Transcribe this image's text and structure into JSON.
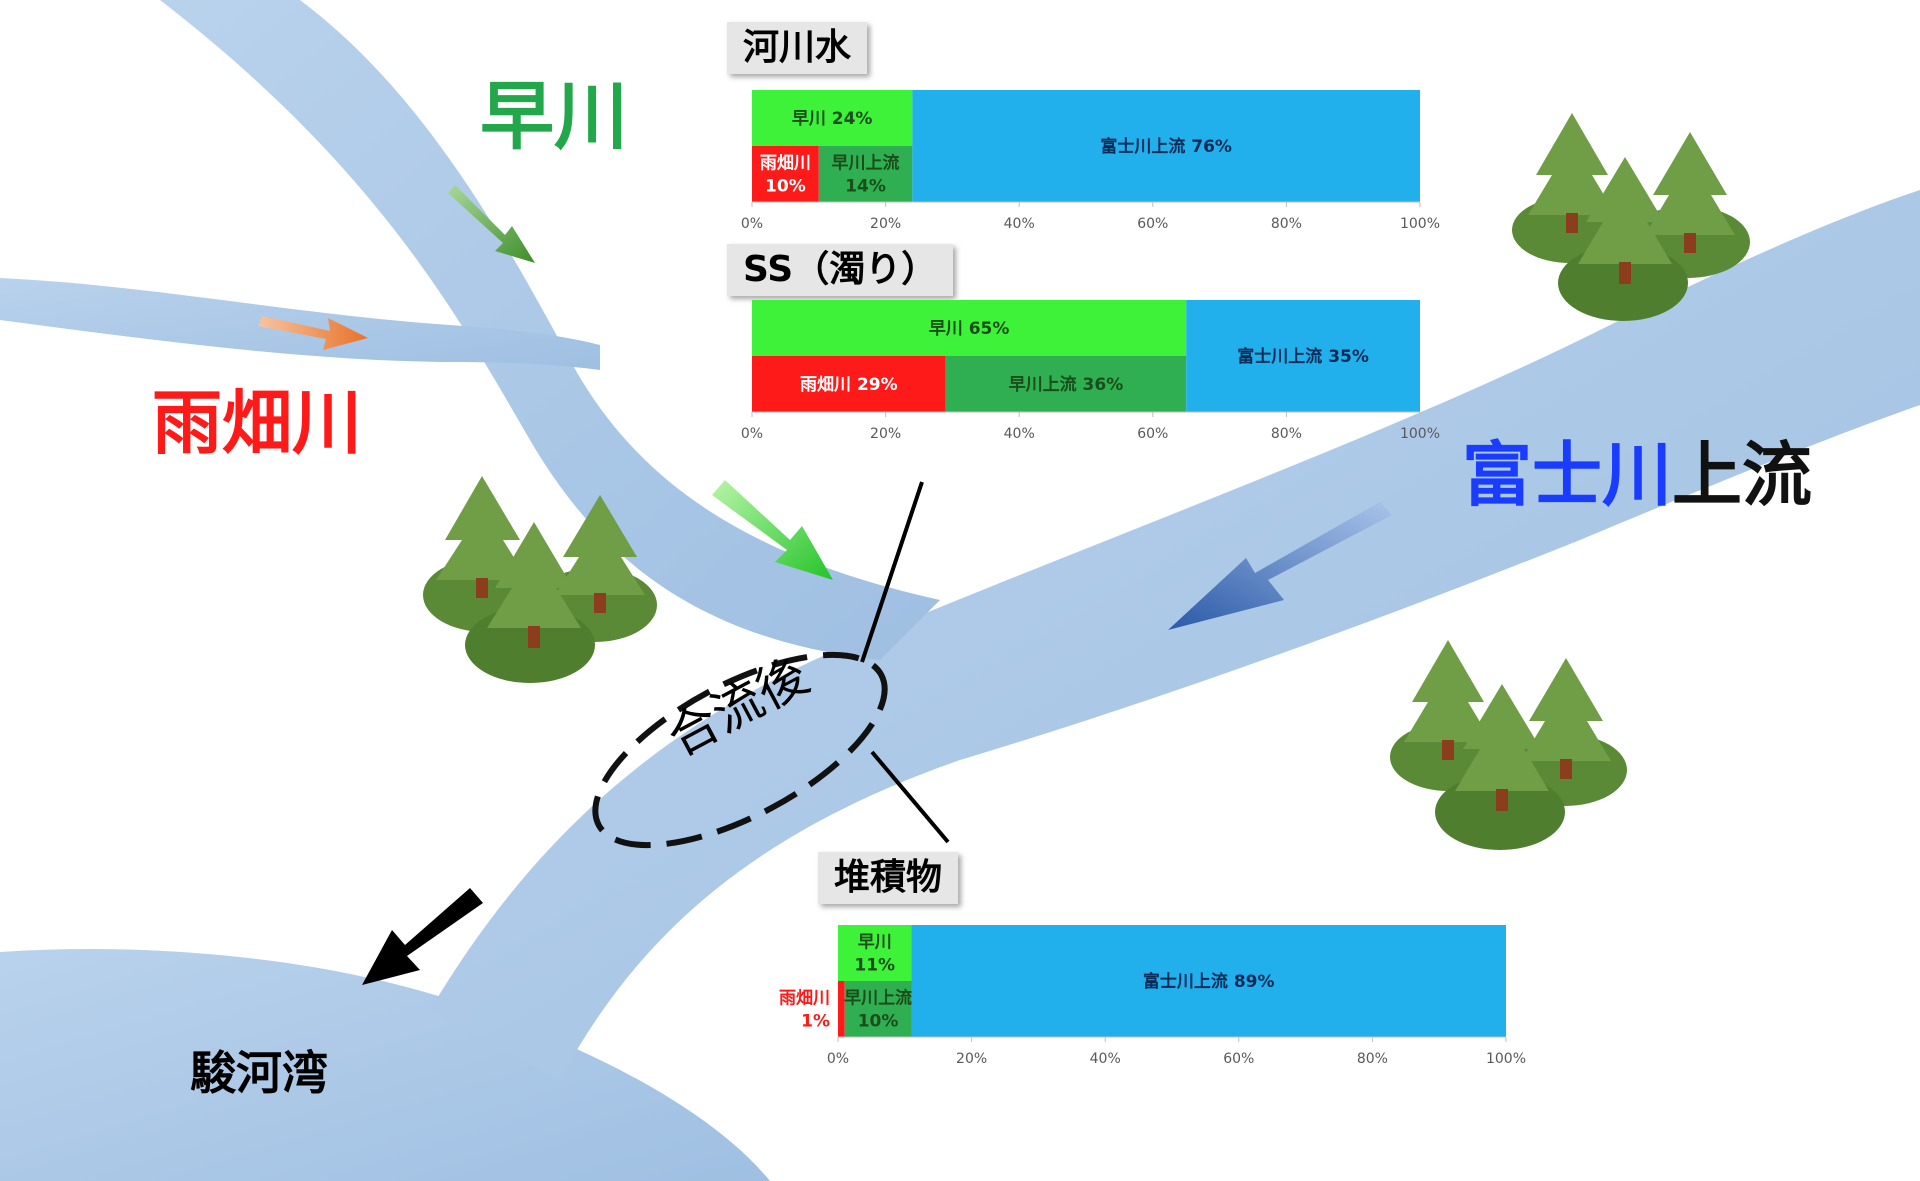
{
  "rivers": {
    "hayakawa": {
      "label": "早川",
      "color": "#22a84a"
    },
    "amehata": {
      "label": "雨畑川",
      "color": "#ff1a1a"
    },
    "fuji_upper": {
      "label_a": "富士川",
      "label_b": "上流",
      "color_a": "#1a3cff",
      "color_b": "#111111"
    },
    "suruga": {
      "label": "駿河湾"
    },
    "confluence": {
      "label": "合流後"
    }
  },
  "colors": {
    "hayakawa": "#3ef23a",
    "amehata": "#ff1a1a",
    "hayakawa_upper": "#2fae52",
    "fuji_upper": "#21b0ec",
    "river": "#a6c4e4",
    "tree": "#6f9e46",
    "trunk": "#8b3d1d",
    "ground": "#5a8a35"
  },
  "chart_data": [
    {
      "id": "river_water",
      "type": "bar",
      "title": "河川水",
      "ticks": [
        "0%",
        "20%",
        "40%",
        "60%",
        "80%",
        "100%"
      ],
      "xlim": [
        0,
        100
      ],
      "segments": [
        {
          "row": "top",
          "start": 0,
          "value": 24,
          "label": "早川 24%",
          "color": "#3ef23a",
          "text_color": "#1a4d1a"
        },
        {
          "row": "bottom",
          "start": 0,
          "value": 10,
          "label": "雨畑川",
          "label2": "10%",
          "color": "#ff1a1a",
          "text_color": "#ffffff"
        },
        {
          "row": "bottom",
          "start": 10,
          "value": 14,
          "label": "早川上流",
          "label2": "14%",
          "color": "#2fae52",
          "text_color": "#1a4d1a"
        },
        {
          "row": "full",
          "start": 24,
          "value": 76,
          "label": "富士川上流 76%",
          "color": "#21b0ec",
          "text_color": "#0b2a55"
        }
      ]
    },
    {
      "id": "ss_turbidity",
      "type": "bar",
      "title": "SS（濁り）",
      "ticks": [
        "0%",
        "20%",
        "40%",
        "60%",
        "80%",
        "100%"
      ],
      "xlim": [
        0,
        100
      ],
      "segments": [
        {
          "row": "top",
          "start": 0,
          "value": 65,
          "label": "早川 65%",
          "color": "#3ef23a",
          "text_color": "#1a4d1a"
        },
        {
          "row": "bottom",
          "start": 0,
          "value": 29,
          "label": "雨畑川 29%",
          "color": "#ff1a1a",
          "text_color": "#ffffff"
        },
        {
          "row": "bottom",
          "start": 29,
          "value": 36,
          "label": "早川上流 36%",
          "color": "#2fae52",
          "text_color": "#1a4d1a"
        },
        {
          "row": "full",
          "start": 65,
          "value": 35,
          "label": "富士川上流 35%",
          "color": "#21b0ec",
          "text_color": "#0b2a55"
        }
      ]
    },
    {
      "id": "sediment",
      "type": "bar",
      "title": "堆積物",
      "ticks": [
        "0%",
        "20%",
        "40%",
        "60%",
        "80%",
        "100%"
      ],
      "xlim": [
        0,
        100
      ],
      "segments": [
        {
          "row": "top",
          "start": 0,
          "value": 11,
          "label": "早川",
          "label2": "11%",
          "color": "#3ef23a",
          "text_color": "#1a4d1a"
        },
        {
          "row": "bottom",
          "start": 0,
          "value": 1,
          "label": "雨畑川",
          "label2": "1%",
          "color": "#ff1a1a",
          "text_color": "#ff1a1a",
          "outside": true
        },
        {
          "row": "bottom",
          "start": 1,
          "value": 10,
          "label": "早川上流",
          "label2": "10%",
          "color": "#2fae52",
          "text_color": "#1a4d1a"
        },
        {
          "row": "full",
          "start": 11,
          "value": 89,
          "label": "富士川上流 89%",
          "color": "#21b0ec",
          "text_color": "#0b2a55"
        }
      ]
    }
  ]
}
